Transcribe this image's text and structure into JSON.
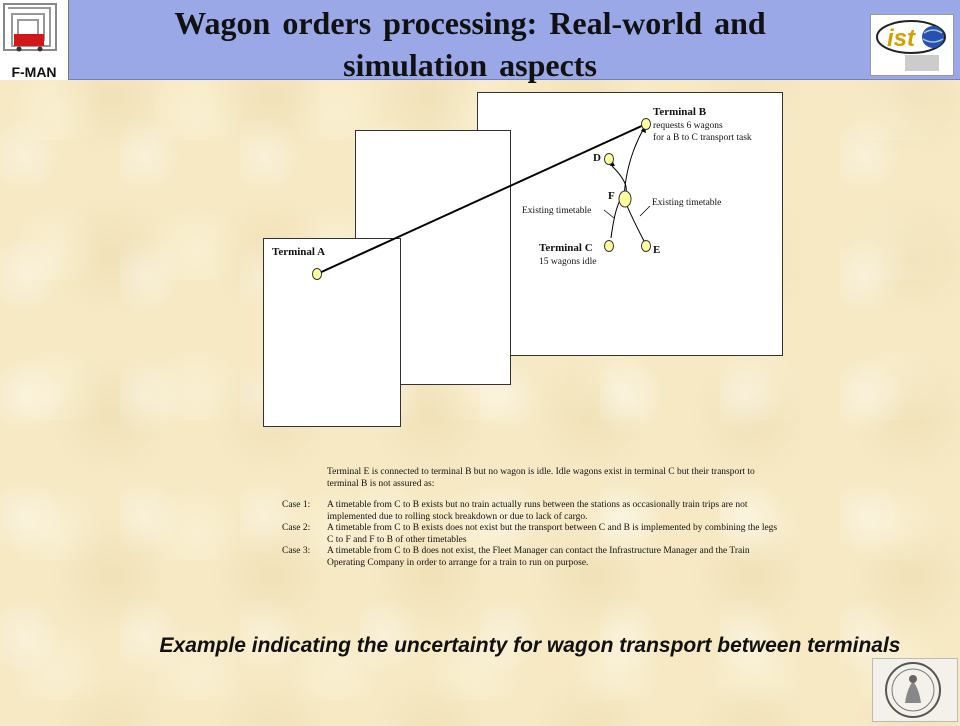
{
  "header": {
    "title_line1": "Wagon orders processing: Real-world and",
    "title_line2": "simulation aspects",
    "left_logo_text": "F-MAN",
    "right_logo_text": "ist"
  },
  "diagram": {
    "terminal_a": "Terminal A",
    "terminal_b": "Terminal B",
    "terminal_b_note1": "requests 6 wagons",
    "terminal_b_note2": "for a B to C transport task",
    "terminal_c": "Terminal C",
    "terminal_c_note": "15 wagons idle",
    "node_d": "D",
    "node_e": "E",
    "node_f": "F",
    "existing_timetable_left": "Existing timetable",
    "existing_timetable_right": "Existing timetable"
  },
  "notes": {
    "intro": "Terminal E is connected to terminal B but no wagon is idle. Idle wagons exist in terminal C but their transport to terminal B is not assured as:",
    "cases": [
      {
        "label": "Case 1:",
        "text": "A timetable from C to B exists but no train actually runs between the stations as occasionally train trips are not implemented due to rolling stock breakdown or due to lack of cargo."
      },
      {
        "label": "Case 2:",
        "text": "A timetable from C to B exists does not exist but the transport between C and B is implemented by combining the legs C to F and F to B of other timetables"
      },
      {
        "label": "Case 3:",
        "text": "A timetable from C to B does not exist, the Fleet Manager can contact the Infrastructure Manager and the Train Operating Company in order to arrange for a train to run on purpose."
      }
    ]
  },
  "caption": "Example indicating the uncertainty for wagon transport between terminals"
}
